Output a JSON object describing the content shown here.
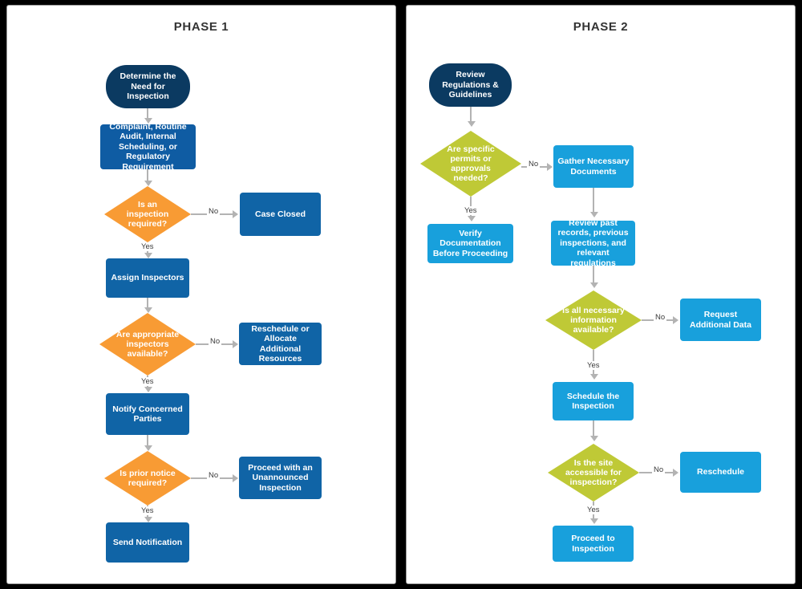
{
  "colors": {
    "background": "#000000",
    "panel_bg": "#ffffff",
    "panel_border": "#9a9a9a",
    "terminator": "#0b3a61",
    "process_navy": "#0f5ca3",
    "process_blue": "#1064a6",
    "process_cyan": "#18a0dc",
    "decision_orange": "#f89b34",
    "decision_olive": "#bfc936",
    "connector": "#b3b3b3",
    "title_text": "#333333",
    "edge_label_text": "#3a3a3a"
  },
  "phase1": {
    "title": "PHASE 1",
    "nodes": {
      "start": "Determine the Need for Inspection",
      "trigger": "Complaint, Routine Audit, Internal Scheduling, or Regulatory Requirement",
      "decision_required": "Is an inspection required?",
      "case_closed": "Case Closed",
      "assign_inspectors": "Assign Inspectors",
      "decision_inspectors": "Are appropriate inspectors available?",
      "reschedule_allocate": "Reschedule or Allocate Additional Resources",
      "notify_parties": "Notify Concerned Parties",
      "decision_prior_notice": "Is prior notice required?",
      "unannounced": "Proceed with an Unannounced Inspection",
      "send_notification": "Send Notification"
    },
    "edges": {
      "required_no": "No",
      "required_yes": "Yes",
      "inspectors_no": "No",
      "inspectors_yes": "Yes",
      "notice_no": "No",
      "notice_yes": "Yes"
    }
  },
  "phase2": {
    "title": "PHASE 2",
    "nodes": {
      "start": "Review Regulations & Guidelines",
      "decision_permits": "Are specific permits or approvals needed?",
      "gather_documents": "Gather Necessary Documents",
      "verify_documentation": "Verify Documentation Before Proceeding",
      "review_records": "Review past records, previous inspections, and relevant regulations",
      "decision_information": "Is all necessary information available?",
      "request_data": "Request Additional Data",
      "schedule_inspection": "Schedule the Inspection",
      "decision_accessible": "Is the site accessible for inspection?",
      "reschedule": "Reschedule",
      "proceed_inspection": "Proceed to Inspection"
    },
    "edges": {
      "permits_no": "No",
      "permits_yes": "Yes",
      "information_no": "No",
      "information_yes": "Yes",
      "accessible_no": "No",
      "accessible_yes": "Yes"
    }
  }
}
